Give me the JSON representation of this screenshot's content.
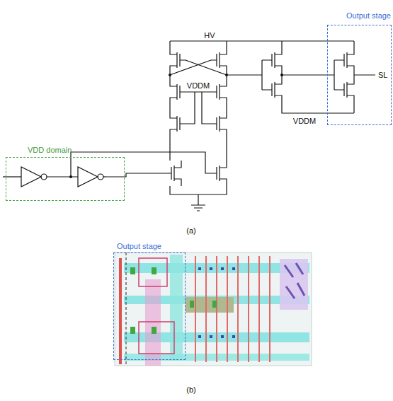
{
  "diagram": {
    "nodes": [
      {
        "text": [
          "VDD domain"
        ]
      },
      {
        "text": [
          "Output stage"
        ]
      },
      {
        "text": [
          "Output stage"
        ]
      }
    ],
    "labels": [
      "HV",
      "VDDM",
      "SL",
      "VDDM",
      "(a)",
      "(b)"
    ]
  }
}
